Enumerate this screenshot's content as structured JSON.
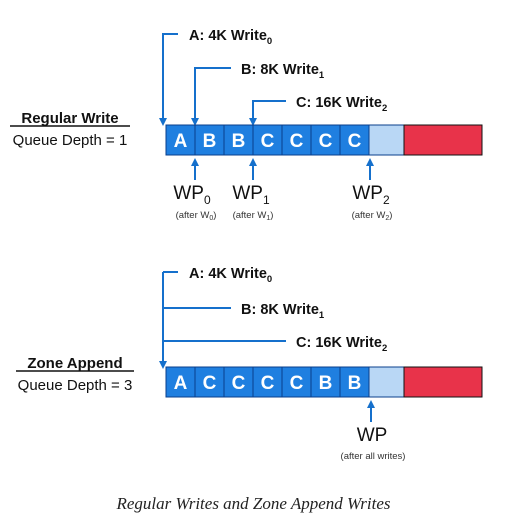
{
  "caption": "Regular Writes and Zone Append Writes",
  "colors": {
    "block_fill": "#1f7fe0",
    "block_stroke": "#0a3f8c",
    "light_fill": "#b9d7f5",
    "red_fill": "#e8334a",
    "arrow": "#1570cc"
  },
  "regular": {
    "title": "Regular Write",
    "subtitle": "Queue Depth = 1",
    "blocks": [
      "A",
      "B",
      "B",
      "C",
      "C",
      "C",
      "C"
    ],
    "writes": [
      {
        "label": "A: 4K Write",
        "sub": "0"
      },
      {
        "label": "B: 8K Write",
        "sub": "1"
      },
      {
        "label": "C: 16K Write",
        "sub": "2"
      }
    ],
    "pointers": [
      {
        "label": "WP",
        "sub": "0",
        "note_pre": "(after W",
        "note_sub": "0",
        "note_post": ")"
      },
      {
        "label": "WP",
        "sub": "1",
        "note_pre": "(after W",
        "note_sub": "1",
        "note_post": ")"
      },
      {
        "label": "WP",
        "sub": "2",
        "note_pre": "(after W",
        "note_sub": "2",
        "note_post": ")"
      }
    ]
  },
  "append": {
    "title": "Zone Append",
    "subtitle": "Queue Depth = 3",
    "blocks": [
      "A",
      "C",
      "C",
      "C",
      "C",
      "B",
      "B"
    ],
    "writes": [
      {
        "label": "A: 4K Write",
        "sub": "0"
      },
      {
        "label": "B: 8K Write",
        "sub": "1"
      },
      {
        "label": "C: 16K Write",
        "sub": "2"
      }
    ],
    "pointer": {
      "label": "WP",
      "note": "(after all writes)"
    }
  }
}
